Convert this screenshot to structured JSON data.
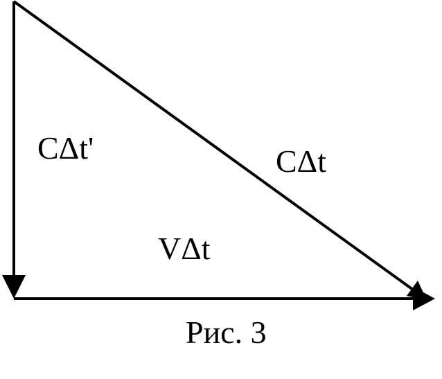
{
  "labels": {
    "vertical_side": "CΔt'",
    "hypotenuse": "CΔt",
    "horizontal_side": "VΔt",
    "caption": "Рис. 3"
  },
  "colors": {
    "stroke": "#000000",
    "background": "#ffffff"
  }
}
